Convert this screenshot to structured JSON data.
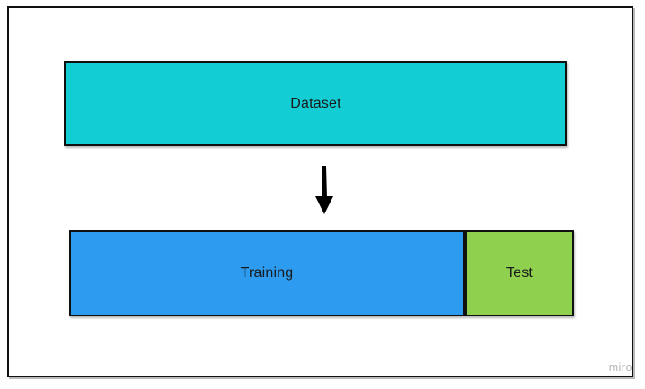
{
  "diagram": {
    "dataset": {
      "label": "Dataset"
    },
    "training": {
      "label": "Training"
    },
    "test": {
      "label": "Test"
    },
    "arrow": {
      "direction": "down"
    }
  },
  "watermark": {
    "label": "miro"
  },
  "colors": {
    "dataset_fill": "#12CDD4",
    "training_fill": "#2D9BF0",
    "test_fill": "#8FD14F",
    "shape_border": "#101010",
    "frame_border": "#101010",
    "label_text": "#1a1a1a",
    "watermark_text": "#b5b5b5",
    "background": "#ffffff"
  }
}
